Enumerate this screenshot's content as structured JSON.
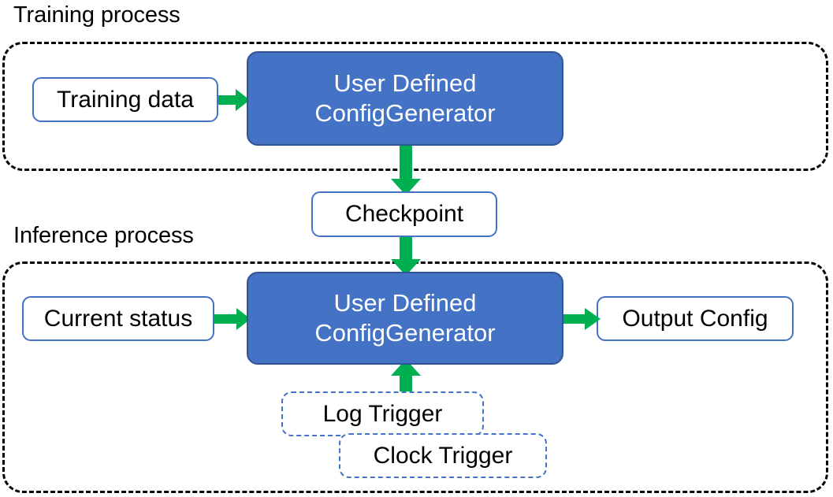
{
  "diagram": {
    "title_training": "Training process",
    "title_inference": "Inference process"
  },
  "colors": {
    "primary_fill": "#4472C4",
    "primary_border": "#2F5597",
    "node_border": "#4472C4",
    "arrow": "#00B050",
    "container_border": "#000000",
    "text_dark": "#000000",
    "text_light": "#FFFFFF",
    "background": "#FFFFFF"
  },
  "training_process": {
    "caption": "Training process",
    "nodes": [
      {
        "id": "training-data",
        "label": "Training data",
        "style": "plain"
      },
      {
        "id": "train-generator",
        "label": "User Defined\nConfigGenerator",
        "style": "primary",
        "line1": "User Defined",
        "line2": "ConfigGenerator"
      }
    ]
  },
  "bridge": {
    "checkpoint": {
      "id": "checkpoint",
      "label": "Checkpoint",
      "style": "plain"
    }
  },
  "inference_process": {
    "caption": "Inference process",
    "nodes": [
      {
        "id": "current-status",
        "label": "Current status",
        "style": "plain"
      },
      {
        "id": "infer-generator",
        "label": "User Defined\nConfigGenerator",
        "style": "primary",
        "line1": "User Defined",
        "line2": "ConfigGenerator"
      },
      {
        "id": "output-config",
        "label": "Output Config",
        "style": "plain"
      },
      {
        "id": "log-trigger",
        "label": "Log Trigger",
        "style": "trigger"
      },
      {
        "id": "clock-trigger",
        "label": "Clock Trigger",
        "style": "trigger"
      }
    ]
  },
  "edges": [
    {
      "from": "training-data",
      "to": "train-generator",
      "direction": "right"
    },
    {
      "from": "train-generator",
      "to": "checkpoint",
      "direction": "down"
    },
    {
      "from": "checkpoint",
      "to": "infer-generator",
      "direction": "down"
    },
    {
      "from": "current-status",
      "to": "infer-generator",
      "direction": "right"
    },
    {
      "from": "infer-generator",
      "to": "output-config",
      "direction": "right"
    },
    {
      "from": "log-trigger",
      "to": "infer-generator",
      "direction": "up"
    }
  ],
  "labels": {
    "training_data": "Training data",
    "checkpoint": "Checkpoint",
    "current_status": "Current status",
    "output_config": "Output Config",
    "log_trigger": "Log Trigger",
    "clock_trigger": "Clock Trigger",
    "generator_line1": "User Defined",
    "generator_line2": "ConfigGenerator"
  }
}
